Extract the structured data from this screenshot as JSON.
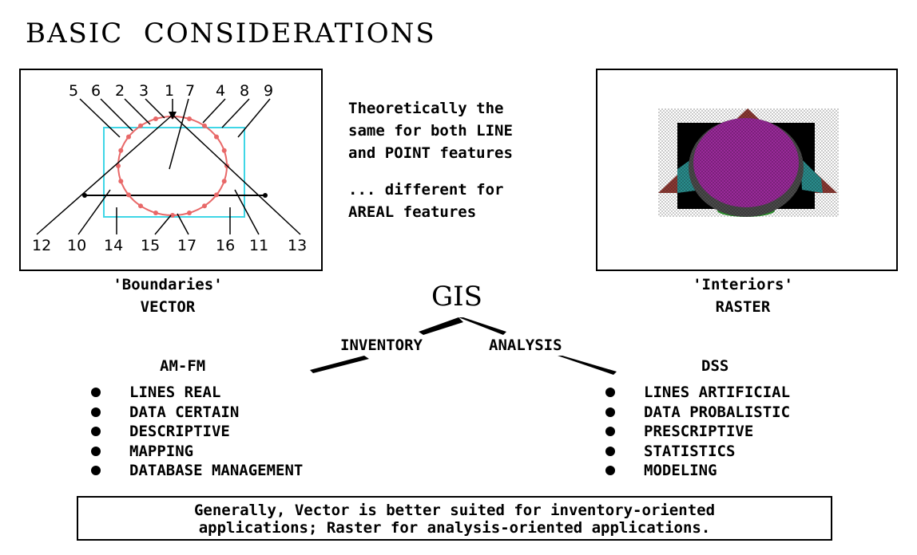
{
  "title": "BASIC  CONSIDERATIONS",
  "vector_panel": {
    "top_numbers": [
      "5",
      "6",
      "2",
      "3",
      "1",
      "7",
      "4",
      "8",
      "9"
    ],
    "bottom_numbers": [
      "12",
      "10",
      "14",
      "15",
      "17",
      "16",
      "11",
      "13"
    ],
    "caption_line1": "'Boundaries'",
    "caption_line2": "VECTOR"
  },
  "raster_panel": {
    "caption_line1": "'Interiors'",
    "caption_line2": "RASTER",
    "colors": {
      "black": "#000000",
      "red_triangle": "#8c3a34",
      "purple_circle": "#9a2a9a",
      "green_cap": "#2ea02e",
      "teal": "#2a8c8c",
      "gray": "#4a4a4a"
    }
  },
  "middle_text": {
    "line1": "Theoretically the",
    "line2": "same for both LINE",
    "line3": "and POINT features",
    "line4": "... different for",
    "line5": "AREAL features"
  },
  "gis": {
    "label": "GIS",
    "left_branch": "INVENTORY",
    "right_branch": "ANALYSIS"
  },
  "amfm": {
    "heading": "AM-FM",
    "items": [
      "LINES REAL",
      "DATA CERTAIN",
      "DESCRIPTIVE",
      "MAPPING",
      "DATABASE MANAGEMENT"
    ]
  },
  "dss": {
    "heading": "DSS",
    "items": [
      "LINES ARTIFICIAL",
      "DATA PROBALISTIC",
      "PRESCRIPTIVE",
      "STATISTICS",
      "MODELING"
    ]
  },
  "note": {
    "line1": "Generally, Vector is better suited for inventory-oriented",
    "line2": "applications; Raster for analysis-oriented applications."
  },
  "vector_colors": {
    "cyan_rect": "#3fd6e6",
    "red_circle": "#e86868"
  }
}
